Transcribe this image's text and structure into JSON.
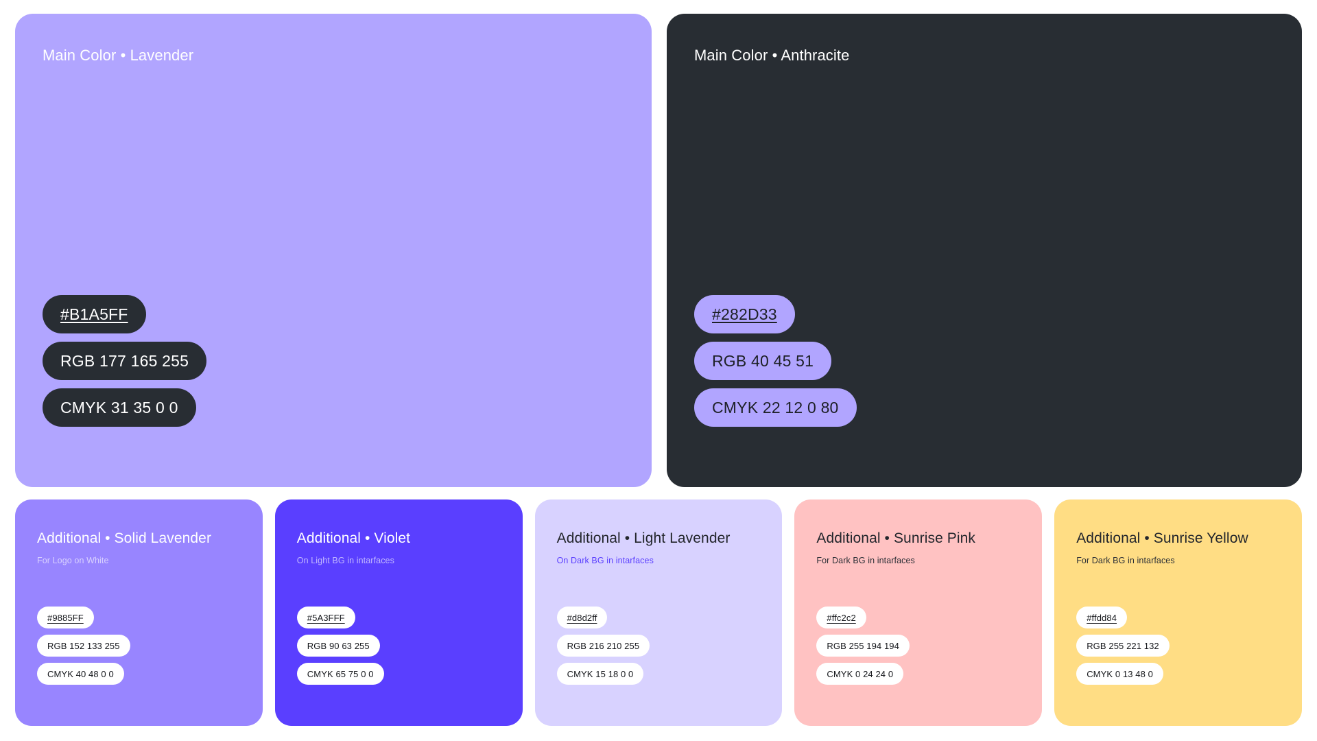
{
  "background": "#ffffff",
  "main_colors": [
    {
      "title": "Main Color • Lavender",
      "swatch": "#b1a5ff",
      "chip_bg": "#282d33",
      "chip_text": "#ffffff",
      "hex": "#B1A5FF",
      "rgb": "RGB 177 165 255",
      "cmyk": "CMYK 31 35 0 0"
    },
    {
      "title": "Main Color • Anthracite",
      "swatch": "#282d33",
      "chip_bg": "#b1a5ff",
      "chip_text": "#1d2026",
      "hex": "#282D33",
      "rgb": "RGB 40 45 51",
      "cmyk": "CMYK 22 12 0 80"
    }
  ],
  "additional_colors": [
    {
      "title": "Additional • Solid Lavender",
      "subtitle": "For Logo on White",
      "swatch": "#9885ff",
      "hex": "#9885FF",
      "rgb": "RGB 152 133 255",
      "cmyk": "CMYK 40 48 0 0"
    },
    {
      "title": "Additional • Violet",
      "subtitle": "On Light BG in intarfaces",
      "swatch": "#5a3fff",
      "hex": "#5A3FFF",
      "rgb": "RGB 90 63 255",
      "cmyk": "CMYK 65 75 0 0"
    },
    {
      "title": "Additional • Light Lavender",
      "subtitle": "On Dark BG in intarfaces",
      "swatch": "#d8d2ff",
      "hex": "#d8d2ff",
      "rgb": "RGB 216 210 255",
      "cmyk": "CMYK 15 18 0 0"
    },
    {
      "title": "Additional • Sunrise Pink",
      "subtitle": "For Dark BG in intarfaces",
      "swatch": "#ffc2c2",
      "hex": "#ffc2c2",
      "rgb": "RGB 255 194 194",
      "cmyk": "CMYK 0 24 24 0"
    },
    {
      "title": "Additional • Sunrise Yellow",
      "subtitle": "For Dark BG in intarfaces",
      "swatch": "#ffdd84",
      "hex": "#ffdd84",
      "rgb": "RGB 255 221 132",
      "cmyk": "CMYK 0 13 48 0"
    }
  ]
}
